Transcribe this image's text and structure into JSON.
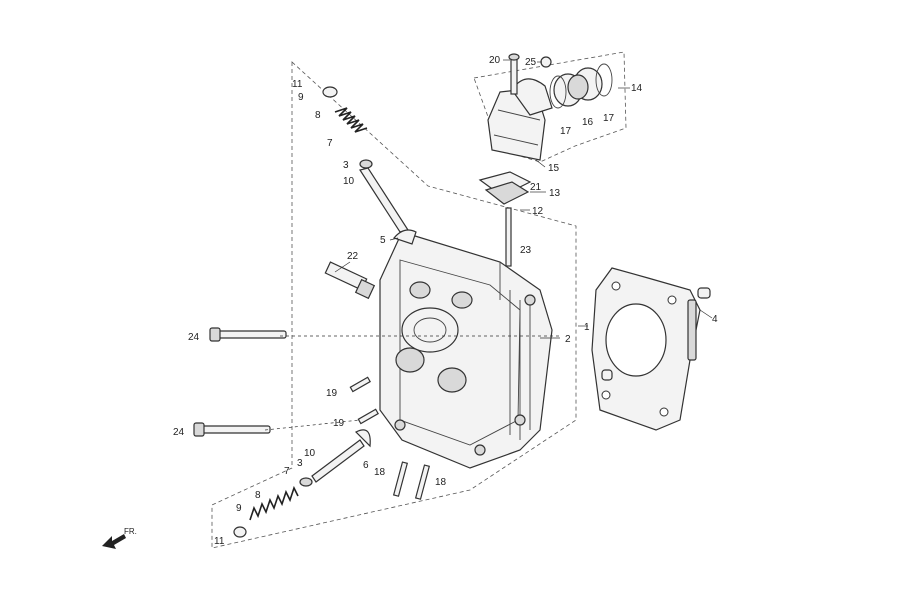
{
  "diagram": {
    "orientation_label": "FR.",
    "callouts": {
      "c1": "1",
      "c2": "2",
      "c3a": "3",
      "c3b": "3",
      "c4": "4",
      "c5": "5",
      "c6": "6",
      "c7a": "7",
      "c7b": "7",
      "c8a": "8",
      "c8b": "8",
      "c9a": "9",
      "c9b": "9",
      "c10a": "10",
      "c10b": "10",
      "c11a": "11",
      "c11b": "11",
      "c12": "12",
      "c13": "13",
      "c14": "14",
      "c15": "15",
      "c16": "16",
      "c17a": "17",
      "c17b": "17",
      "c18a": "18",
      "c18b": "18",
      "c19a": "19",
      "c19b": "19",
      "c20": "20",
      "c21": "21",
      "c22": "22",
      "c23": "23",
      "c24a": "24",
      "c24b": "24",
      "c25": "25"
    }
  }
}
